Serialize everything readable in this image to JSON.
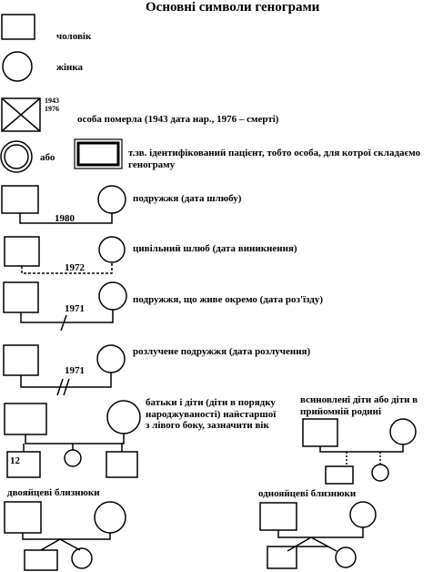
{
  "title": "Основні символи генограми",
  "labels": {
    "man": "чоловік",
    "woman": "жінка",
    "deceased": "особа померла (1943 дата нар., 1976 – смерті)",
    "or": "або",
    "identified_patient": "т.зв. ідентифікований пацієнт, тобто особа, для котрої складаємо генограму",
    "marriage": "подружжя (дата шлюбу)",
    "civil_union": "цивільний шлюб (дата виникнення)",
    "separated": "подружжя, що живе окремо (дата роз'їзду)",
    "divorced": "розлучене подружжя (дата розлучення)",
    "parents_children": "батьки і діти (діти в порядку народжуваності) найстаршої з лівого боку, зазначити вік",
    "adopted": "всиновлені діти або діти в прийомній родині",
    "fraternal_twins": "двояйцеві близнюки",
    "identical_twins": "однояйцеві близнюки"
  },
  "numbers": {
    "birth_year": "1943",
    "death_year": "1976",
    "marriage_year": "1980",
    "civil_year": "1972",
    "separation_year": "1971",
    "divorce_year": "1971",
    "child_age": "12"
  }
}
